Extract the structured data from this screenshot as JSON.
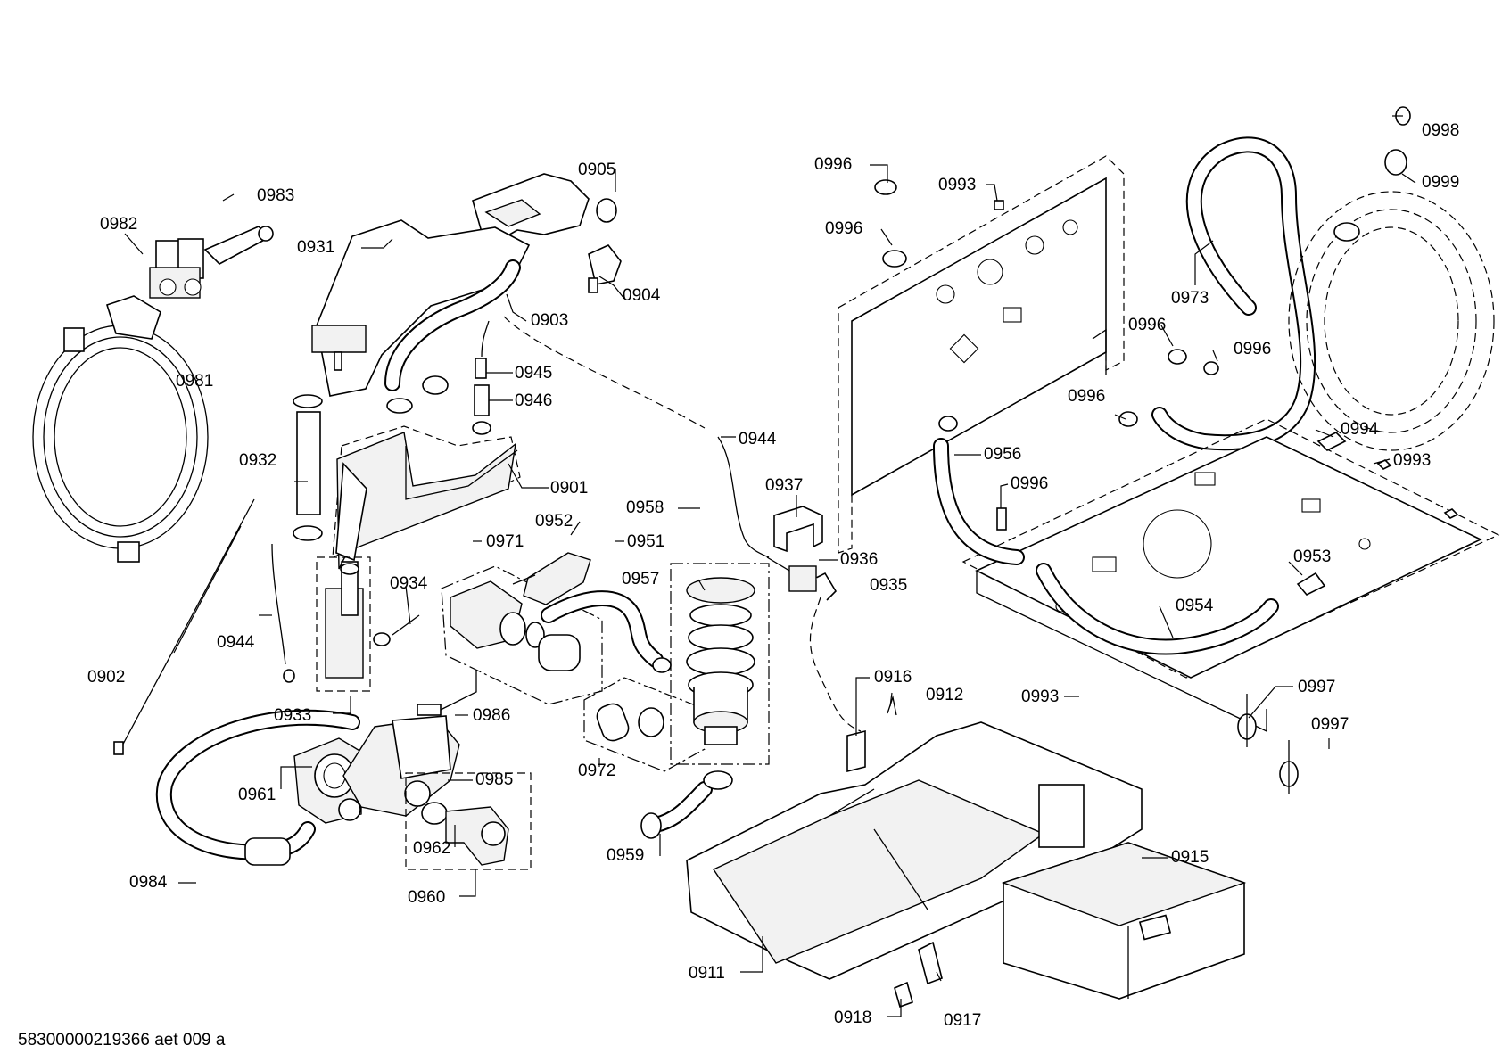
{
  "footer": {
    "drawing_code": "58300000219366 aet 009 a"
  },
  "callouts": [
    "0998",
    "0999",
    "0905",
    "0996",
    "0993",
    "0983",
    "0982",
    "0931",
    "0904",
    "0996",
    "0903",
    "0973",
    "0945",
    "0996",
    "0996",
    "0981",
    "0946",
    "0996",
    "0994",
    "0944",
    "0932",
    "0901",
    "0956",
    "0993",
    "0996",
    "0937",
    "0958",
    "0952",
    "0971",
    "0951",
    "0936",
    "0953",
    "0957",
    "0934",
    "0935",
    "0954",
    "0944",
    "0902",
    "0916",
    "0997",
    "0912",
    "0993",
    "0933",
    "0986",
    "0997",
    "0961",
    "0985",
    "0972",
    "0962",
    "0915",
    "0959",
    "0984",
    "0960",
    "0911",
    "0918",
    "0917"
  ],
  "colors": {
    "line": "#000000",
    "background": "#ffffff",
    "part_fill": "#f2f2f2"
  }
}
